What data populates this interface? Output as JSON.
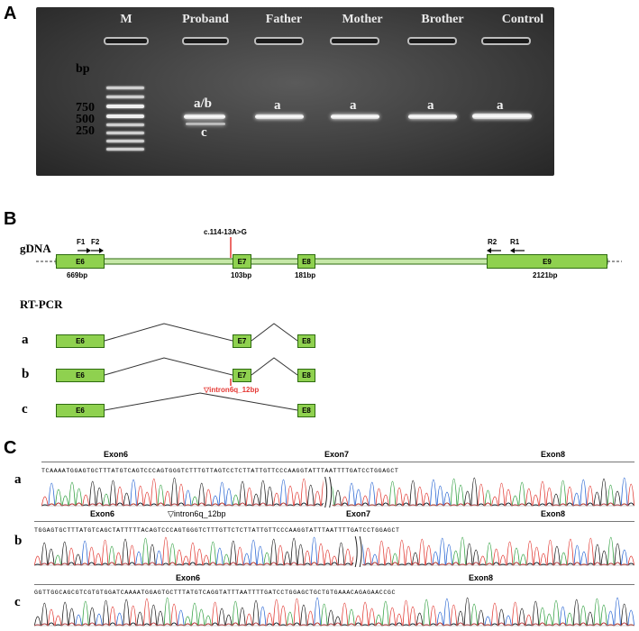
{
  "panel_a": {
    "letter": "A",
    "lanes": [
      "M",
      "Proband",
      "Father",
      "Mother",
      "Brother",
      "Control"
    ],
    "bp_unit": "bp",
    "ladder_labels": [
      "750",
      "500",
      "250"
    ],
    "band_labels": {
      "proband_upper": "a/b",
      "proband_lower": "c",
      "father": "a",
      "mother": "a",
      "brother": "a",
      "control": "a"
    }
  },
  "panel_b": {
    "letter": "B",
    "gdna_label": "gDNA",
    "primers": {
      "f1": "F1",
      "f2": "F2",
      "r2": "R2",
      "r1": "R1"
    },
    "mutation": "c.114-13A>G",
    "exons": {
      "e6": "E6",
      "e7": "E7",
      "e8": "E8",
      "e9": "E9"
    },
    "sizes": {
      "e6": "669bp",
      "e7": "103bp",
      "e8": "181bp",
      "e9": "2121bp"
    },
    "rtpcr_label": "RT-PCR",
    "isoforms": [
      "a",
      "b",
      "c"
    ],
    "insertion": "▽intron6q_12bp"
  },
  "panel_c": {
    "letter": "C",
    "traces": [
      {
        "label": "a",
        "regions": [
          "Exon6",
          "Exon7",
          "Exon8"
        ],
        "seq": "TCAAAATGGAGTGCTTTATGTCAGTCCCAGTGGGTCTTTGTTAGTCCTCTTATTGTTCCCAAGGTATTTAATTTTGATCCTGGAGCT"
      },
      {
        "label": "b",
        "regions": [
          "Exon6",
          "▽intron6q_12bp",
          "Exon7",
          "Exon8"
        ],
        "seq": "TGGAGTGCTTTATGTCAGCTATTTTTACAGTCCCAGTGGGTCTTTGTTCTCTTATTGTTCCCAAGGTATTTAATTTTGATCCTGGAGCT"
      },
      {
        "label": "c",
        "regions": [
          "Exon6",
          "Exon8"
        ],
        "seq": "GGTTGGCAGCGTCGTGTGGATCAAAATGGAGTGCTTTATGTCAGGTATTTAATTTTGATCCTGGAGCTGCTGTGAAACAGAGAACCGC"
      }
    ]
  },
  "colors": {
    "exon": "#8fd14f",
    "mutation": "#e53935",
    "trace_a": "#2a9d3a",
    "trace_c": "#1f5fd1",
    "trace_g": "#111111",
    "trace_t": "#e0322b"
  }
}
